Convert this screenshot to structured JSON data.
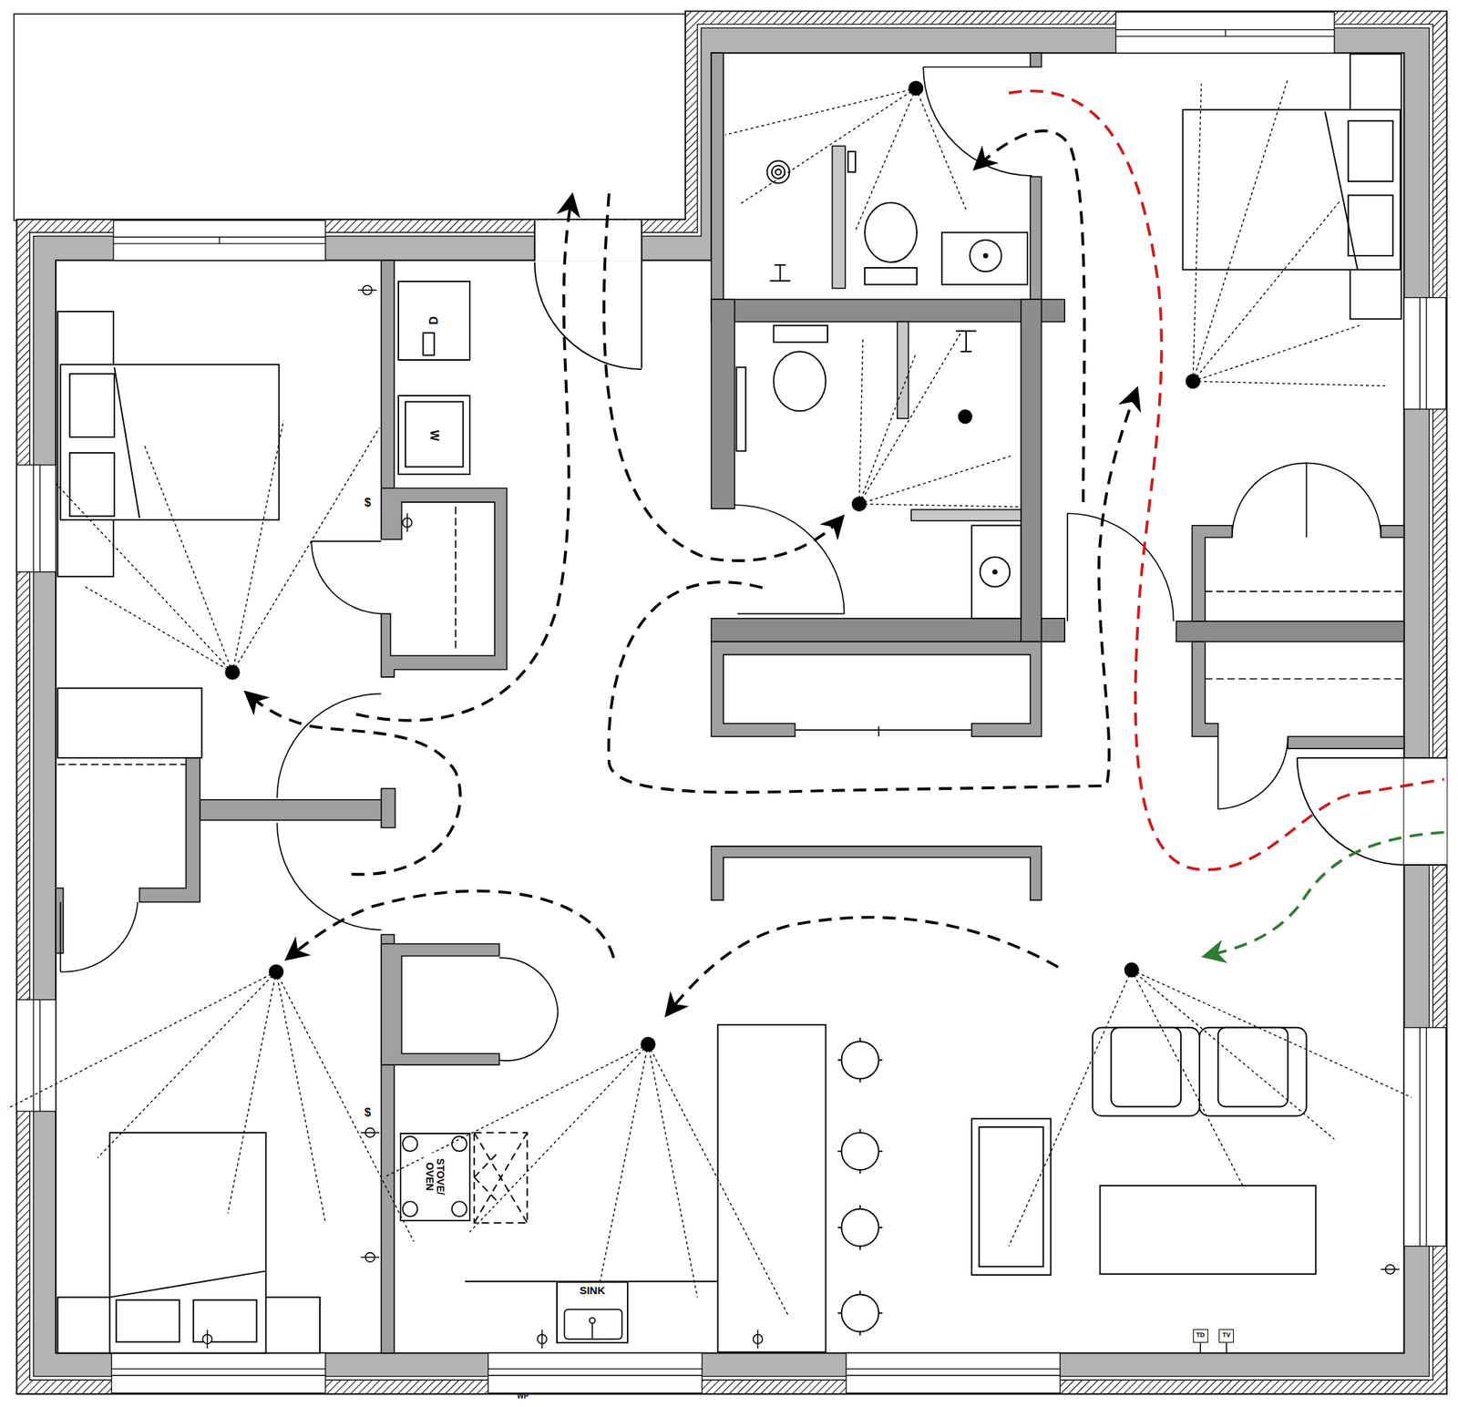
{
  "diagram": {
    "nodes": [
      {
        "text": [
          "D"
        ]
      },
      {
        "text": [
          "W"
        ]
      },
      {
        "text": [
          "STOVE/ OVEN"
        ]
      },
      {
        "text": [
          "SINK"
        ]
      },
      {
        "text": [
          "TD"
        ]
      },
      {
        "text": [
          "TV"
        ]
      }
    ],
    "labels": [
      "$",
      "$",
      "WP"
    ]
  }
}
